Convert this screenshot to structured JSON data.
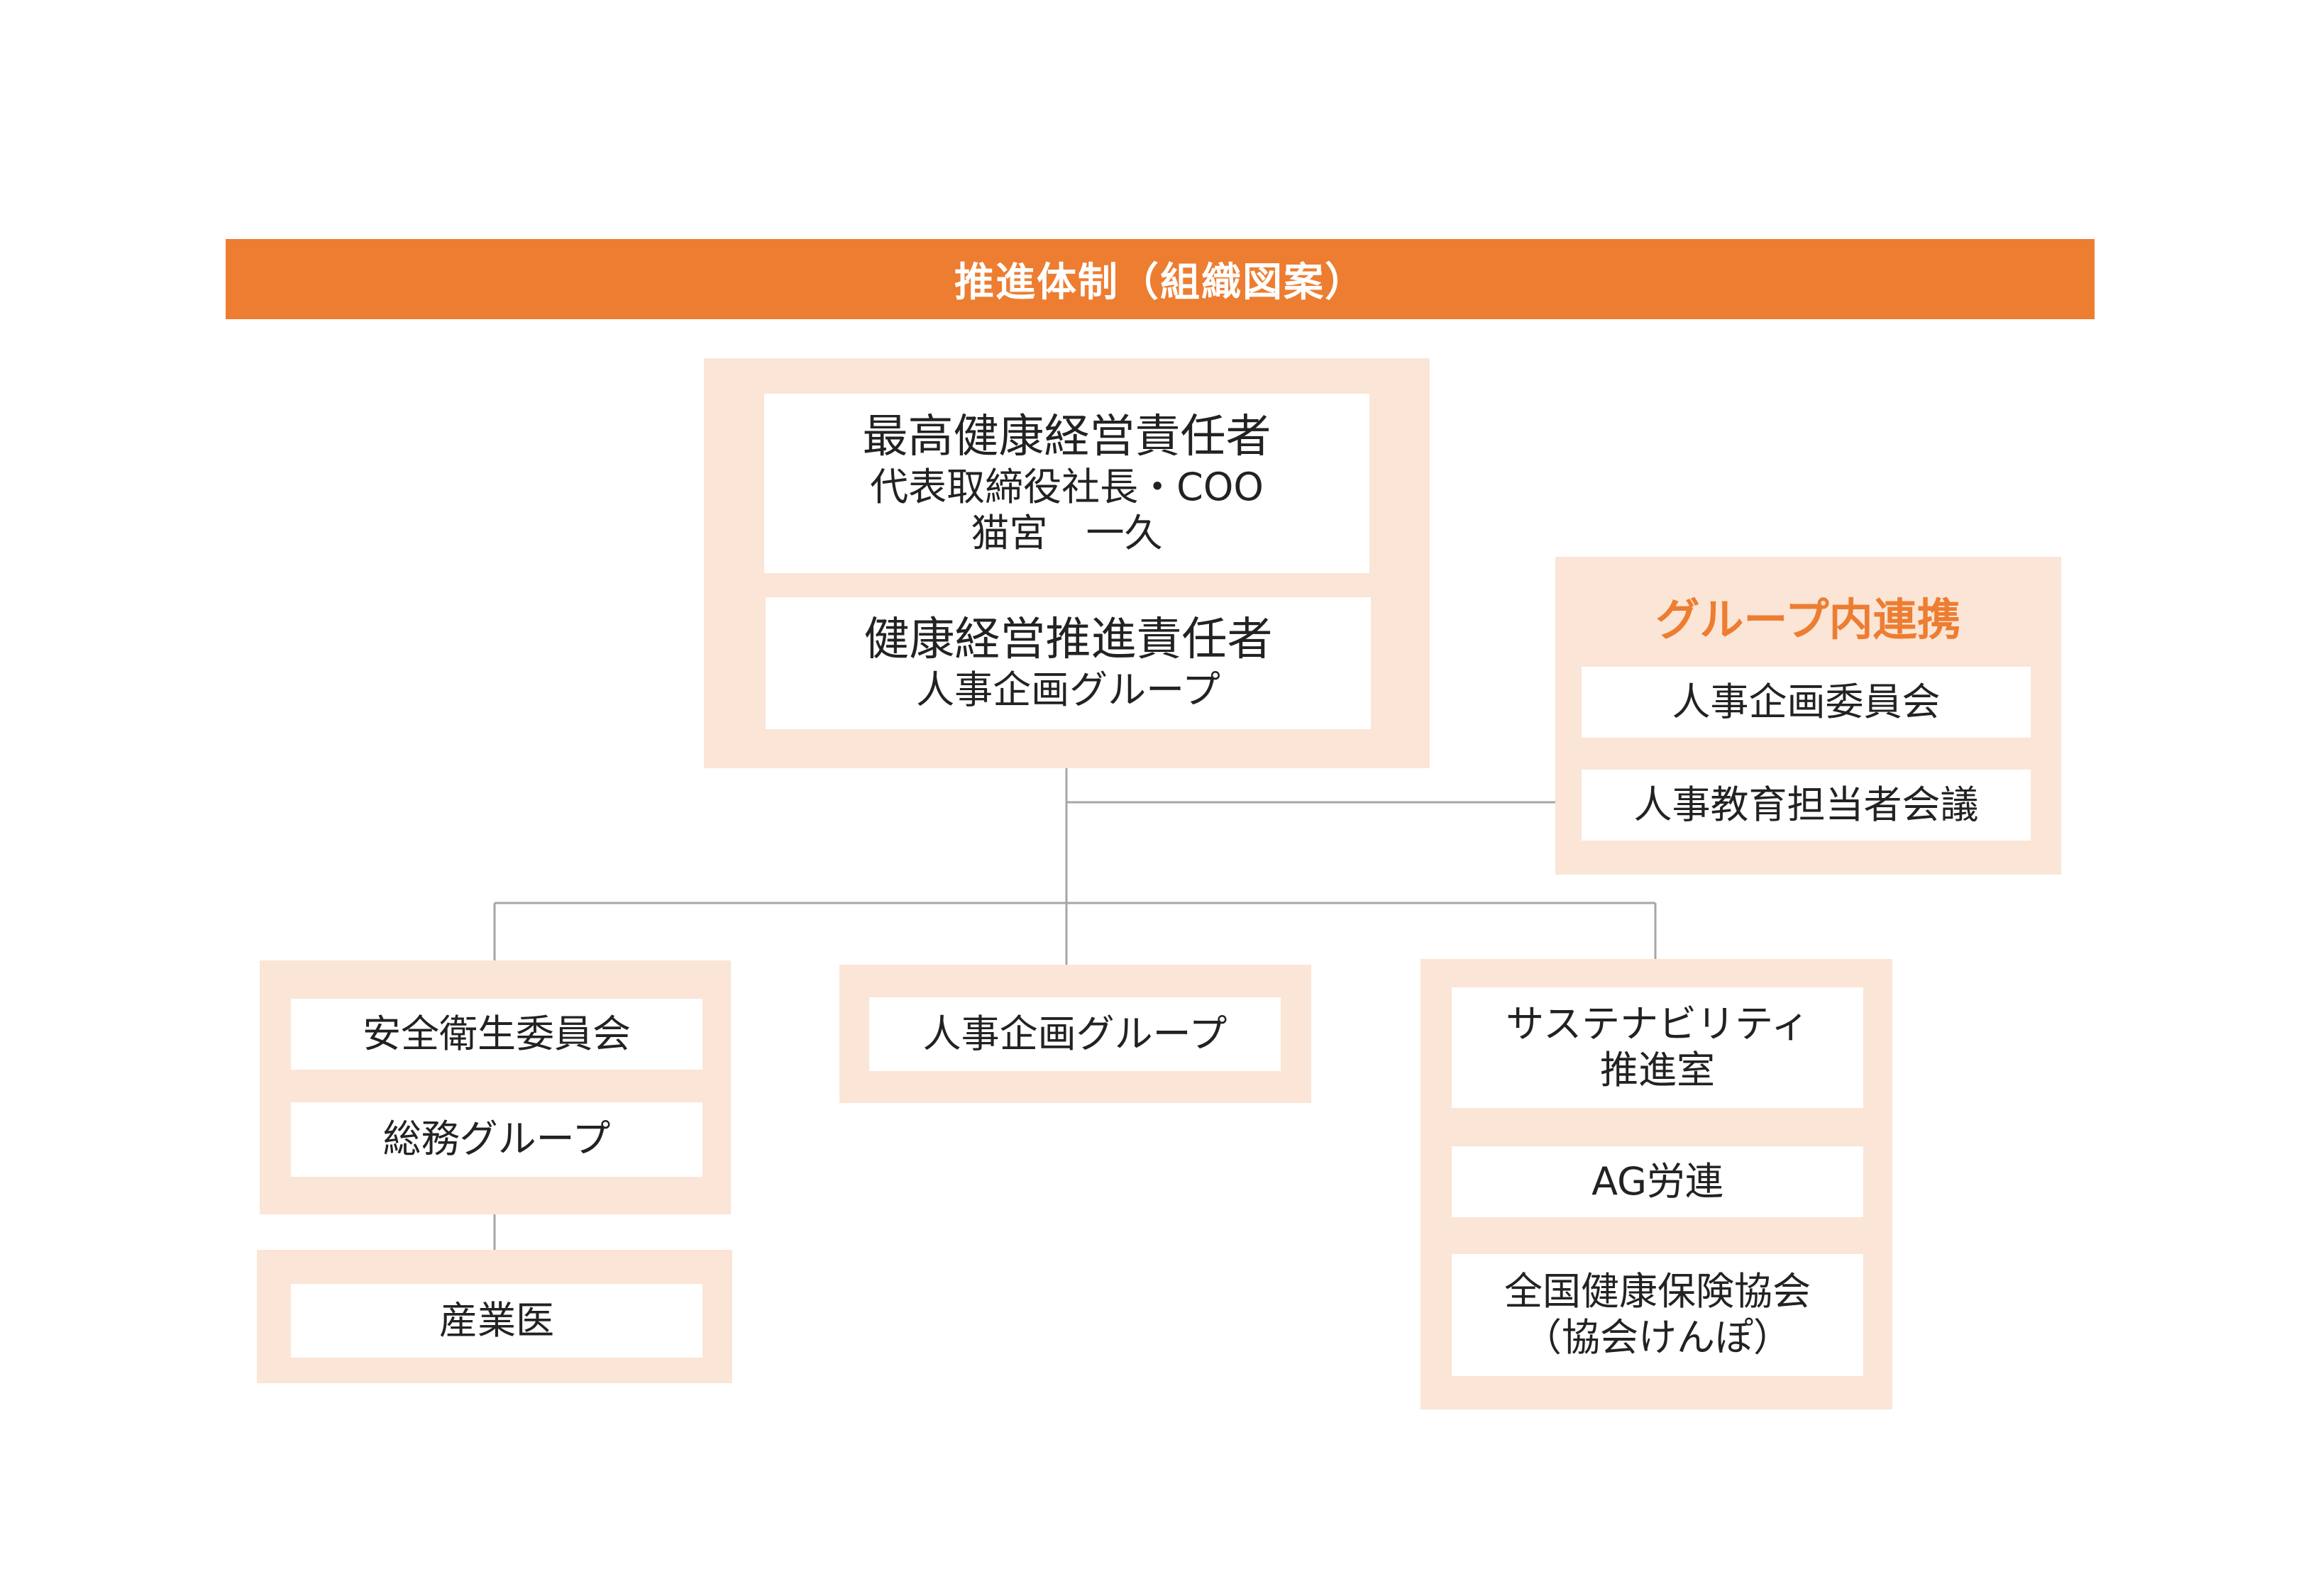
{
  "title": "推進体制（組織図案）",
  "top": {
    "chief": [
      "最高健康経営責任者",
      "代表取締役社長・COO",
      "猫宮　一久"
    ],
    "promoter": [
      "健康経営推進責任者",
      "人事企画グループ"
    ]
  },
  "group_link": {
    "title": "グループ内連携",
    "items": [
      "人事企画委員会",
      "人事教育担当者会議"
    ]
  },
  "left": {
    "items": [
      "安全衛生委員会",
      "総務グループ"
    ],
    "sub": "産業医"
  },
  "center": {
    "item": "人事企画グループ"
  },
  "right": {
    "items": [
      [
        "サステナビリティ",
        "推進室"
      ],
      [
        "AG労連"
      ],
      [
        "全国健康保険協会",
        "（協会けんぽ）"
      ]
    ]
  },
  "colors": {
    "accent": "#ED7D31",
    "panel": "#FBE5D6",
    "line": "#A6A6A6"
  }
}
